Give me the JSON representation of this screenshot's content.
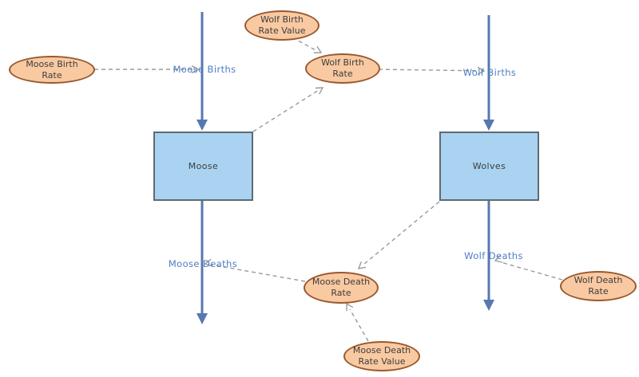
{
  "diagram": {
    "type": "stock-and-flow",
    "stocks": [
      {
        "id": "moose",
        "label": "Moose"
      },
      {
        "id": "wolves",
        "label": "Wolves"
      }
    ],
    "variables": [
      {
        "id": "moose-birth-rate",
        "label": "Moose Birth Rate"
      },
      {
        "id": "wolf-birth-rate-value",
        "label": "Wolf Birth Rate Value"
      },
      {
        "id": "wolf-birth-rate",
        "label": "Wolf Birth Rate"
      },
      {
        "id": "moose-death-rate",
        "label": "Moose Death Rate"
      },
      {
        "id": "moose-death-rate-value",
        "label": "Moose Death Rate Value"
      },
      {
        "id": "wolf-death-rate",
        "label": "Wolf Death Rate"
      }
    ],
    "flows": [
      {
        "id": "moose-births",
        "label": "Moose Births",
        "into": "moose"
      },
      {
        "id": "moose-deaths",
        "label": "Moose Deaths",
        "out_of": "moose"
      },
      {
        "id": "wolf-births",
        "label": "Wolf Births",
        "into": "wolves"
      },
      {
        "id": "wolf-deaths",
        "label": "Wolf Deaths",
        "out_of": "wolves"
      }
    ],
    "influences": [
      {
        "from": "moose-birth-rate",
        "to": "moose-births"
      },
      {
        "from": "wolf-birth-rate-value",
        "to": "wolf-birth-rate"
      },
      {
        "from": "moose",
        "to": "wolf-birth-rate"
      },
      {
        "from": "wolf-birth-rate",
        "to": "wolf-births"
      },
      {
        "from": "wolves",
        "to": "moose-death-rate"
      },
      {
        "from": "moose-death-rate-value",
        "to": "moose-death-rate"
      },
      {
        "from": "moose-death-rate",
        "to": "moose-deaths"
      },
      {
        "from": "wolf-death-rate",
        "to": "wolf-deaths"
      }
    ],
    "colors": {
      "stock_fill": "#A9D3F1",
      "stock_border": "#5E6A73",
      "variable_fill": "#F9C9A2",
      "variable_border": "#99592F",
      "flow_line": "#5878B0",
      "flow_label_text": "#4D7EC5",
      "connector": "#9A9A9A",
      "node_text": "#3D3D3D",
      "background": "#FFFFFF"
    }
  }
}
